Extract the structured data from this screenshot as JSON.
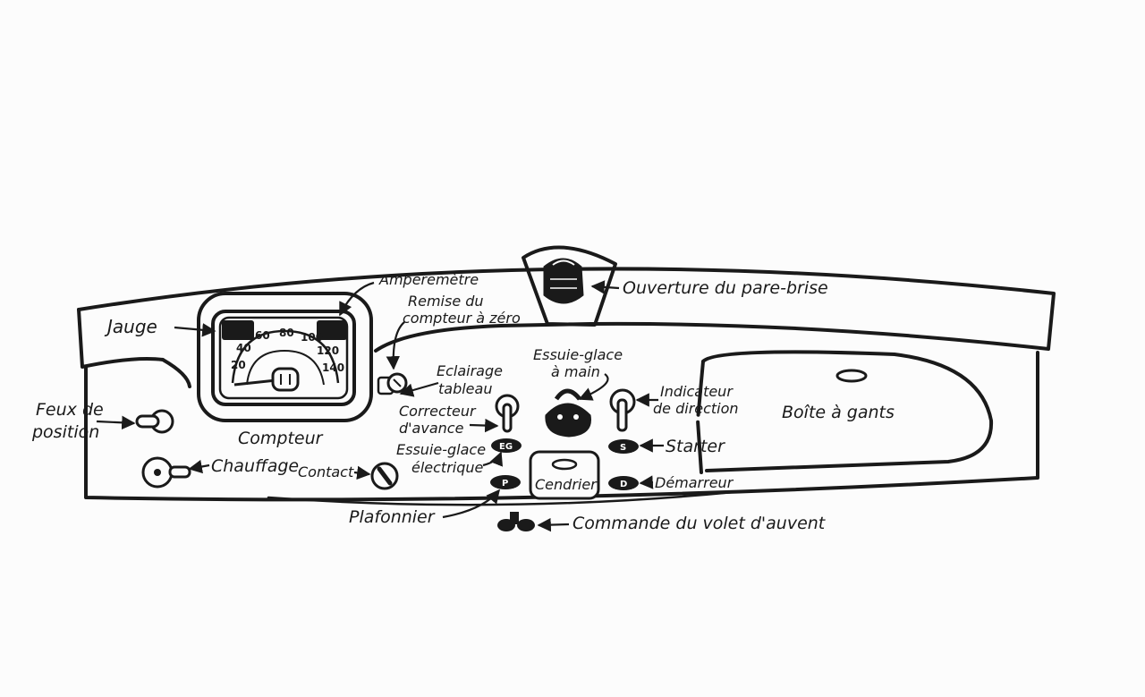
{
  "labels": {
    "jauge": "Jauge",
    "amperemetre": "Ampèremètre",
    "remise_line1": "Remise du",
    "remise_line2": "compteur à zéro",
    "ouverture": "Ouverture du pare-brise",
    "eclairage_line1": "Eclairage",
    "eclairage_line2": "tableau",
    "essuie_main_line1": "Essuie-glace",
    "essuie_main_line2": "à main",
    "indicateur_line1": "Indicateur",
    "indicateur_line2": "de direction",
    "boite": "Boîte à gants",
    "feux_line1": "Feux de",
    "feux_line2": "position",
    "compteur": "Compteur",
    "correcteur_line1": "Correcteur",
    "correcteur_line2": "d'avance",
    "essuie_elec_line1": "Essuie-glace",
    "essuie_elec_line2": "électrique",
    "starter": "Starter",
    "chauffage": "Chauffage",
    "contact": "Contact",
    "cendrier": "Cendrier",
    "demarreur": "Démarreur",
    "plafonnier": "Plafonnier",
    "commande": "Commande du volet d'auvent"
  },
  "speedometer": {
    "scale": [
      "20",
      "40",
      "60",
      "80",
      "100",
      "120",
      "140"
    ]
  },
  "knobs": {
    "essuie_electrique": "EG",
    "starter": "S",
    "demarreur": "D",
    "plafonnier": "P"
  }
}
